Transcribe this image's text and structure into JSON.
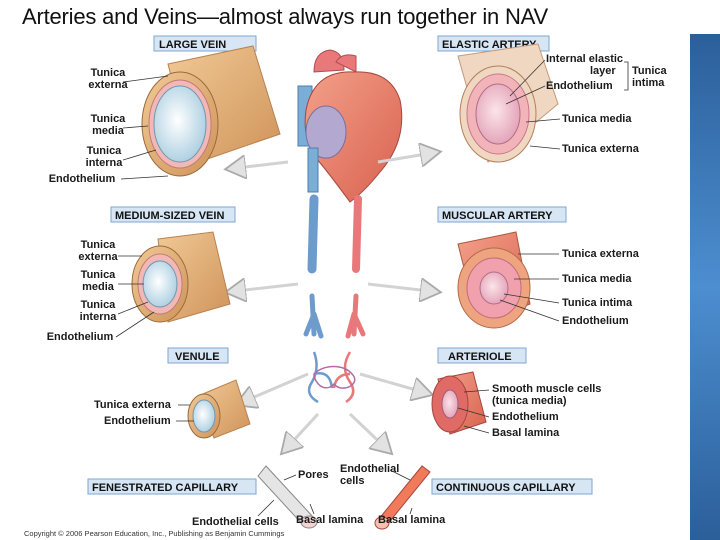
{
  "title": "Arteries and Veins—almost always run together in NAV",
  "copyright": "Copyright © 2006 Pearson Education, Inc., Publishing as Benjamin Cummings",
  "sections": {
    "large_vein": {
      "heading": "LARGE VEIN",
      "labels": [
        "Tunica",
        "externa",
        "Tunica",
        "media",
        "Tunica",
        "interna",
        "Endothelium"
      ]
    },
    "elastic_artery": {
      "heading": "ELASTIC ARTERY",
      "labels": [
        "Internal elastic",
        "layer",
        "Tunica",
        "intima",
        "Endothelium",
        "Tunica media",
        "Tunica externa"
      ]
    },
    "medium_vein": {
      "heading": "MEDIUM-SIZED VEIN",
      "labels": [
        "Tunica",
        "externa",
        "Tunica",
        "media",
        "Tunica",
        "interna",
        "Endothelium"
      ]
    },
    "muscular_artery": {
      "heading": "MUSCULAR ARTERY",
      "labels": [
        "Tunica externa",
        "Tunica media",
        "Tunica intima",
        "Endothelium"
      ]
    },
    "venule": {
      "heading": "VENULE",
      "labels": [
        "Tunica externa",
        "Endothelium"
      ]
    },
    "arteriole": {
      "heading": "ARTERIOLE",
      "labels": [
        "Smooth muscle cells",
        "(tunica media)",
        "Endothelium",
        "Basal lamina"
      ]
    },
    "fenestrated_capillary": {
      "heading": "FENESTRATED CAPILLARY",
      "labels": [
        "Pores",
        "Endothelial cells",
        "Basal lamina"
      ]
    },
    "continuous_capillary": {
      "heading": "CONTINUOUS CAPILLARY",
      "labels": [
        "Endothelial",
        "cells",
        "Basal lamina"
      ]
    }
  },
  "colors": {
    "vein_blue": "#7aaed6",
    "artery_red": "#e8787a",
    "externa_tan": "#e3b27a",
    "media_pink": "#f0a0a8",
    "lumen": "#cfe3ef",
    "label_box": "#d6e6f5",
    "label_border": "#7fa6cf",
    "sidebar": "#3a78bb"
  }
}
